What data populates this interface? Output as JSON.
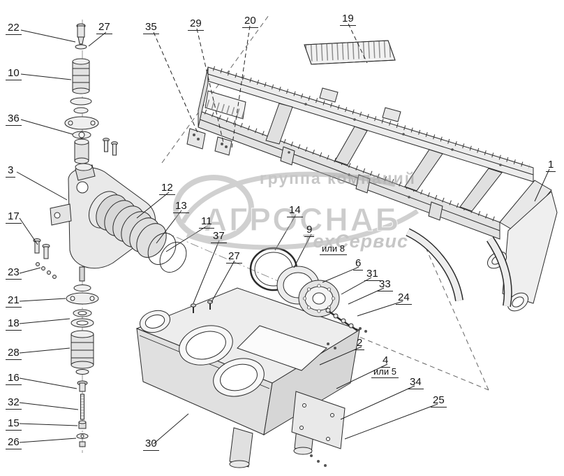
{
  "watermark": {
    "line1": "группа компаний",
    "line2": "АГРОСНАБ",
    "line3": "ТехСервис"
  },
  "callouts": [
    {
      "label": "22"
    },
    {
      "label": "27"
    },
    {
      "label": "35"
    },
    {
      "label": "29"
    },
    {
      "label": "20"
    },
    {
      "label": "19"
    },
    {
      "label": "10"
    },
    {
      "label": "36"
    },
    {
      "label": "3"
    },
    {
      "label": "17"
    },
    {
      "label": "23"
    },
    {
      "label": "21"
    },
    {
      "label": "18"
    },
    {
      "label": "28"
    },
    {
      "label": "16"
    },
    {
      "label": "32"
    },
    {
      "label": "15"
    },
    {
      "label": "26"
    },
    {
      "label": "12"
    },
    {
      "label": "13"
    },
    {
      "label": "11"
    },
    {
      "label": "37"
    },
    {
      "label": "27"
    },
    {
      "label": "14"
    },
    {
      "label": "9"
    },
    {
      "label": "или 8"
    },
    {
      "label": "6"
    },
    {
      "label": "31"
    },
    {
      "label": "33"
    },
    {
      "label": "24"
    },
    {
      "label": "2"
    },
    {
      "label": "4"
    },
    {
      "label": "или 5"
    },
    {
      "label": "34"
    },
    {
      "label": "25"
    },
    {
      "label": "30"
    },
    {
      "label": "1"
    }
  ]
}
